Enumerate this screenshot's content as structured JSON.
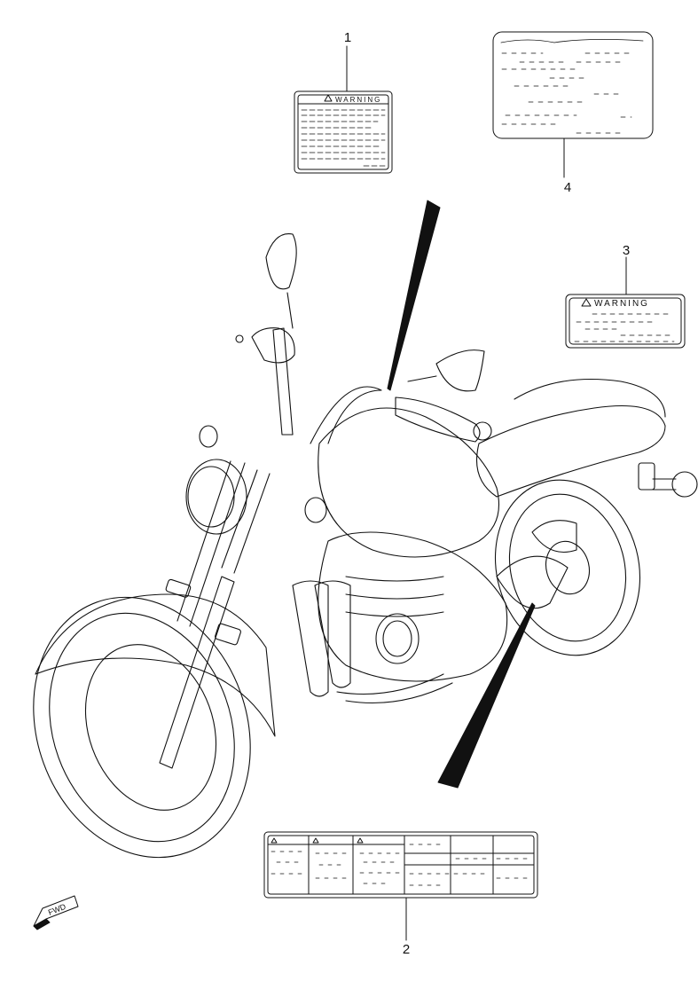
{
  "labels": [
    {
      "callout": "1",
      "heading": "WARNING"
    },
    {
      "callout": "2"
    },
    {
      "callout": "3",
      "heading": "WARNING"
    },
    {
      "callout": "4"
    }
  ],
  "fwd_badge": "FWD",
  "colors": {
    "line": "#111111",
    "background": "#ffffff"
  }
}
